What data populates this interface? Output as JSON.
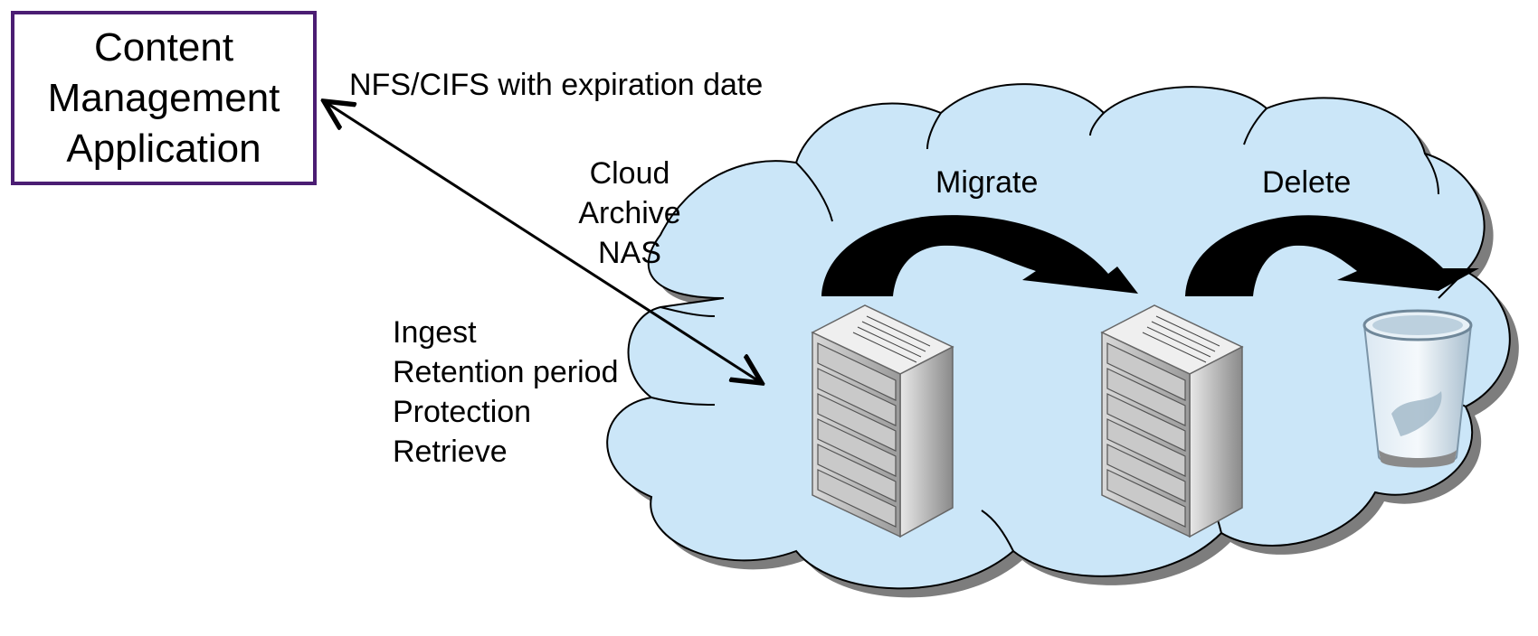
{
  "app_box": {
    "lines": [
      "Content",
      "Management",
      "Application"
    ]
  },
  "labels": {
    "protocol": "NFS/CIFS with expiration date",
    "nas": [
      "Cloud",
      "Archive",
      "NAS"
    ],
    "functions": [
      "Ingest",
      "Retention period",
      "Protection",
      "Retrieve"
    ],
    "migrate": "Migrate",
    "delete": "Delete"
  },
  "colors": {
    "cloud_fill": "#cbe6f8",
    "box_border": "#4b1d73"
  },
  "icons": [
    "server-icon",
    "server-icon",
    "trash-can-icon"
  ]
}
